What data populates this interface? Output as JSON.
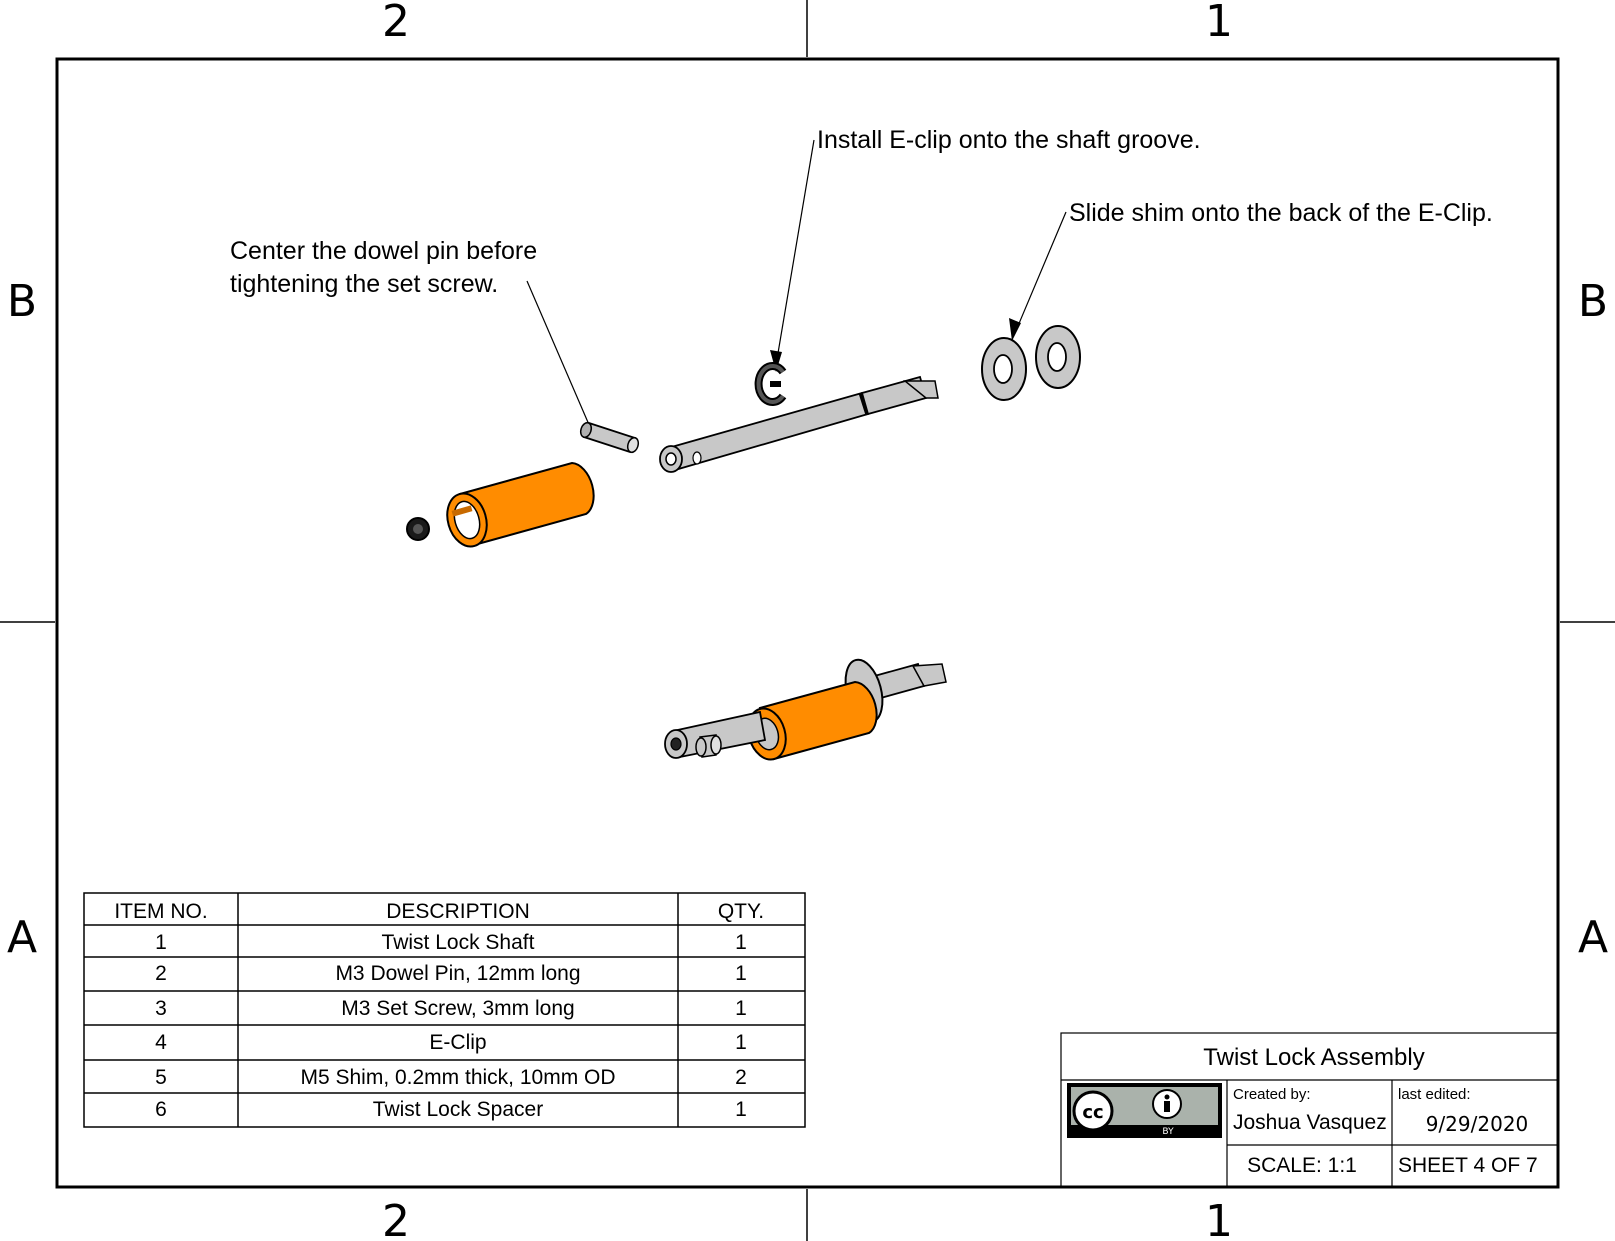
{
  "zones": {
    "top": [
      "2",
      "1"
    ],
    "bottom": [
      "2",
      "1"
    ],
    "left": [
      "B",
      "A"
    ],
    "right": [
      "B",
      "A"
    ]
  },
  "notes": {
    "dowel_line1": "Center the dowel pin before",
    "dowel_line2": "tightening the set screw.",
    "eclip": "Install E-clip onto the shaft groove.",
    "shim": "Slide shim onto the back of the E-Clip."
  },
  "bom": {
    "headers": [
      "ITEM NO.",
      "DESCRIPTION",
      "QTY."
    ],
    "rows": [
      [
        "1",
        "Twist Lock Shaft",
        "1"
      ],
      [
        "2",
        "M3 Dowel Pin, 12mm long",
        "1"
      ],
      [
        "3",
        "M3 Set Screw, 3mm long",
        "1"
      ],
      [
        "4",
        "E-Clip",
        "1"
      ],
      [
        "5",
        "M5 Shim, 0.2mm thick, 10mm OD",
        "2"
      ],
      [
        "6",
        "Twist Lock Spacer",
        "1"
      ]
    ]
  },
  "title_block": {
    "title": "Twist Lock Assembly",
    "created_by_label": "Created by:",
    "created_by": "Joshua Vasquez",
    "last_edited_label": "last edited:",
    "last_edited": "9/29/2020",
    "scale": "SCALE: 1:1",
    "sheet": "SHEET 4 OF 7",
    "license_cc": "cc",
    "license_by": "BY"
  },
  "colors": {
    "spacer": "#ff8c00",
    "spacer_dark": "#c86a00",
    "metal": "#c8c8c8",
    "metal_dark": "#8c8c8c",
    "ink": "#000000"
  }
}
